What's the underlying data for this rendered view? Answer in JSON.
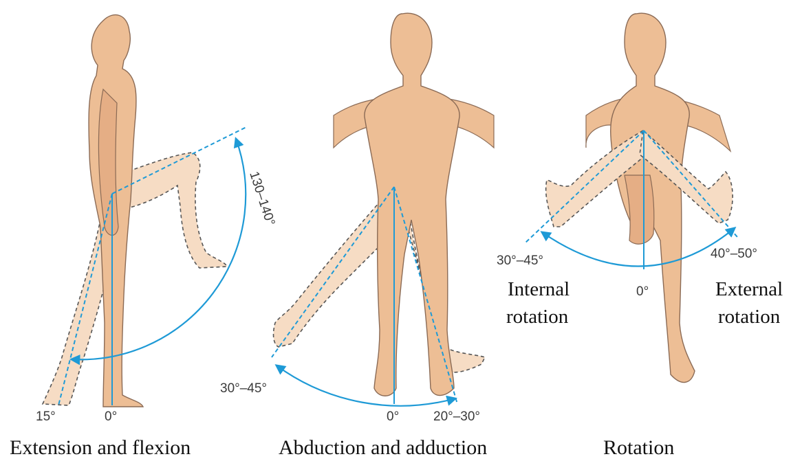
{
  "colors": {
    "skin": "#EDBE95",
    "skin_light": "#F6DCC4",
    "outline": "#8A6A55",
    "dashed_outline": "#555555",
    "measure_line": "#1E9AD6",
    "background": "#FFFFFF"
  },
  "panels": [
    {
      "caption": "Extension and flexion",
      "angles": {
        "flexion": "130–140°",
        "extension": "15°",
        "neutral": "0°"
      }
    },
    {
      "caption": "Abduction and adduction",
      "angles": {
        "abduction": "30°–45°",
        "adduction": "20°–30°",
        "neutral": "0°"
      }
    },
    {
      "caption": "Rotation",
      "angles": {
        "internal": "30°–45°",
        "external": "40°–50°",
        "neutral": "0°"
      },
      "labels": {
        "internal_line1": "Internal",
        "internal_line2": "rotation",
        "external_line1": "External",
        "external_line2": "rotation"
      }
    }
  ]
}
